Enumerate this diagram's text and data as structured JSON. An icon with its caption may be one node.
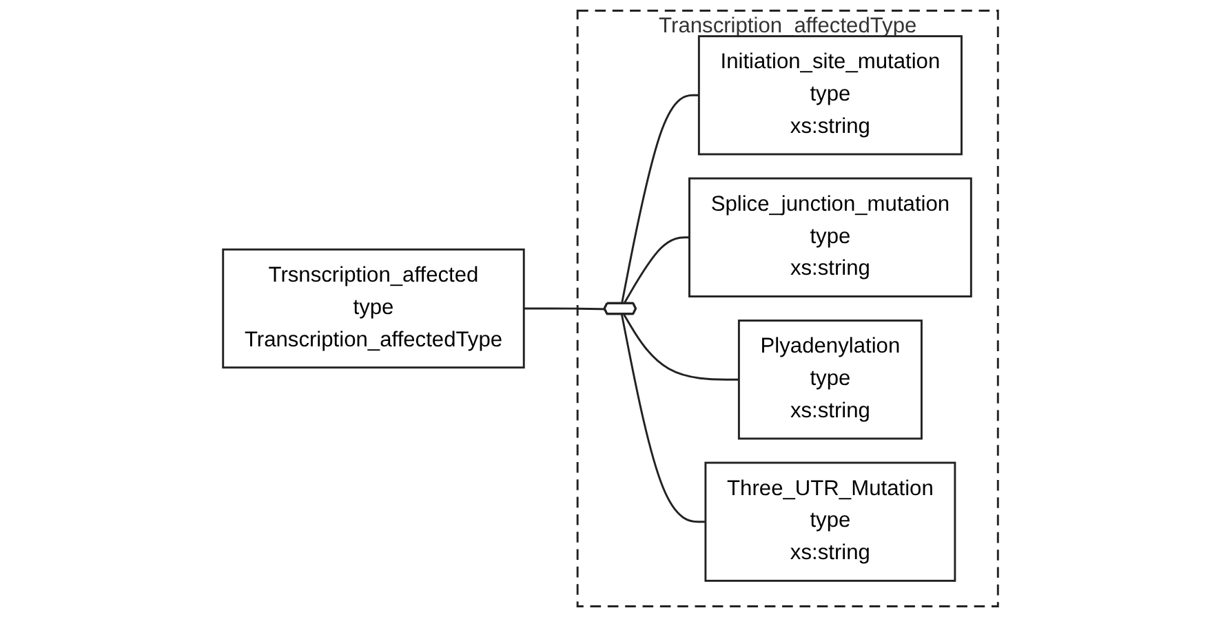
{
  "diagram": {
    "nodes": [
      {
        "text": [
          "Trsnscription_affected",
          "type",
          "Transcription_affectedType"
        ]
      },
      {
        "text": [
          "Transcription_affectedType"
        ]
      },
      {
        "text": [],
        "shape": "octagon",
        "in": 1
      },
      {
        "text": [
          "Initiation_site_mutation",
          "type",
          "xs:string"
        ],
        "in": 1
      },
      {
        "text": [
          "Splice_junction_mutation",
          "type",
          "xs:string"
        ],
        "in": 1
      },
      {
        "text": [
          "Plyadenylation",
          "type",
          "xs:string"
        ],
        "in": 1
      },
      {
        "text": [
          "Three_UTR_Mutation",
          "type",
          "xs:string"
        ],
        "in": 1
      }
    ],
    "edges": [
      {
        "from": 0,
        "to": 2,
        "arrow": "none"
      },
      {
        "from": 2,
        "to": 3,
        "arrow": "none"
      },
      {
        "from": 2,
        "to": 4,
        "arrow": "none"
      },
      {
        "from": 2,
        "to": 5,
        "arrow": "none"
      },
      {
        "from": 2,
        "to": 6,
        "arrow": "none"
      }
    ]
  }
}
